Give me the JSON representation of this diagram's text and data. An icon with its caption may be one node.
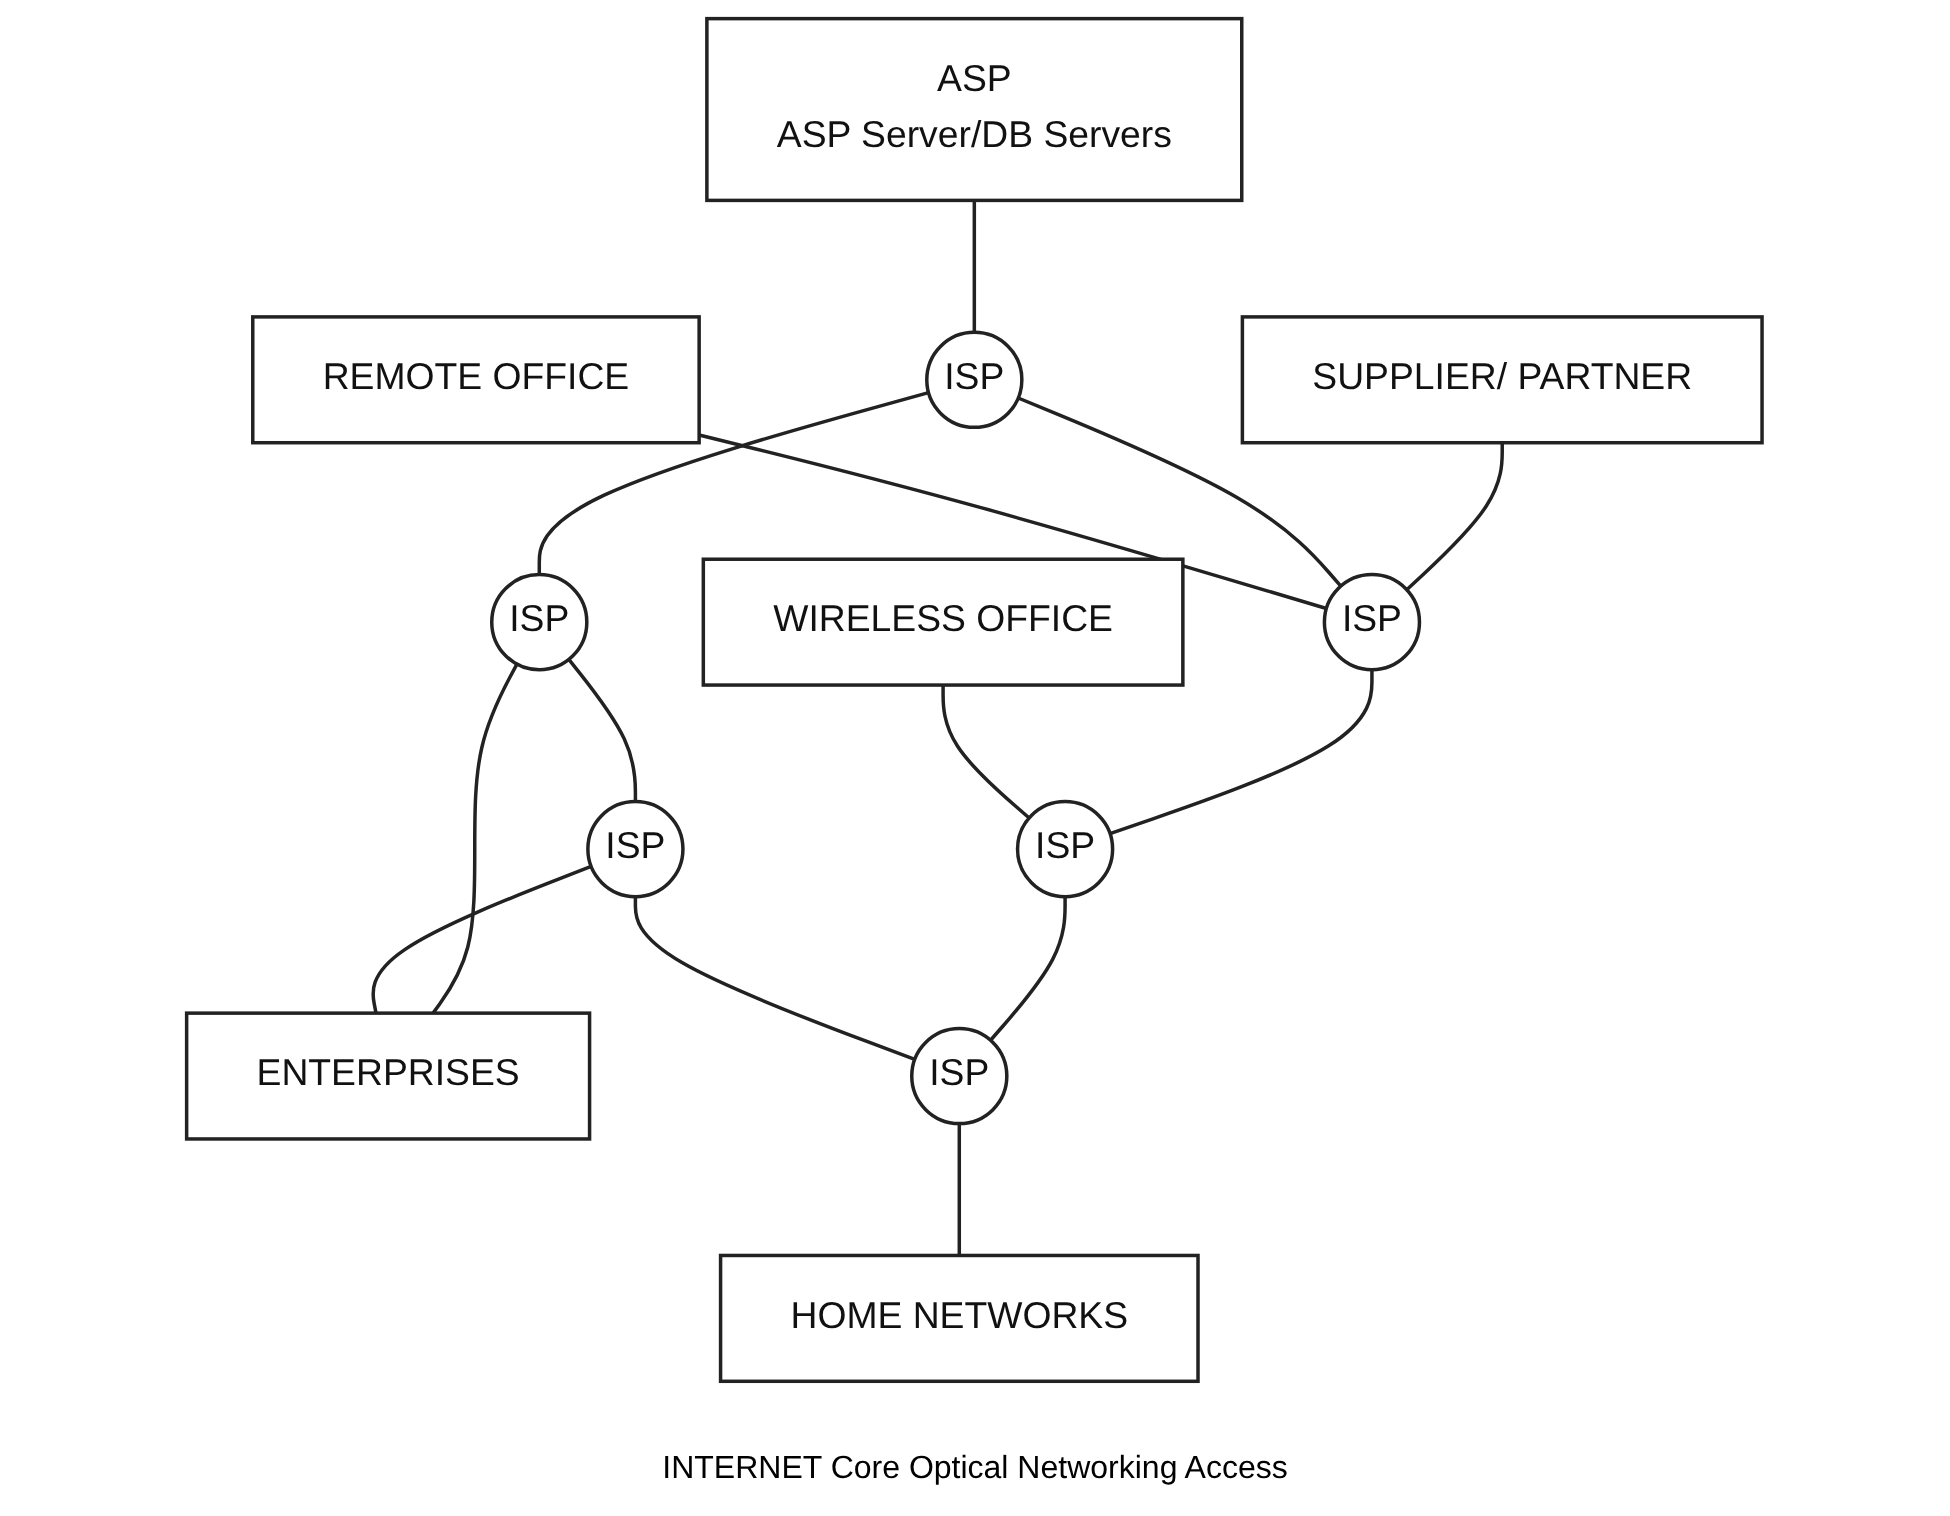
{
  "diagram": {
    "nodes": [
      {
        "text": [
          "ASP",
          "ASP Server/DB Servers"
        ]
      },
      {
        "text": [
          "SUPPLIER/ PARTNER"
        ]
      },
      {
        "text": [
          "ISP"
        ]
      },
      {
        "text": [
          "ISP"
        ]
      },
      {
        "text": [
          "ISP"
        ]
      },
      {
        "text": [
          "REMOTE OFFICE"
        ]
      },
      {
        "text": [
          "ENTERPRISES"
        ]
      },
      {
        "text": [
          "ISP"
        ]
      },
      {
        "text": [
          "ISP"
        ]
      },
      {
        "text": [
          "ISP"
        ]
      },
      {
        "text": [
          "WIRELESS OFFICE"
        ]
      },
      {
        "text": [
          "HOME NETWORKS"
        ]
      }
    ],
    "edges": [
      {
        "from": 0,
        "to": 2,
        "arrow": "none"
      },
      {
        "from": 1,
        "to": 3,
        "arrow": "none"
      },
      {
        "from": 2,
        "to": 3,
        "arrow": "none"
      },
      {
        "from": 2,
        "to": 4,
        "arrow": "none"
      },
      {
        "from": 5,
        "to": 3,
        "arrow": "none"
      },
      {
        "from": 4,
        "to": 6,
        "arrow": "none"
      },
      {
        "from": 3,
        "to": 7,
        "arrow": "none"
      },
      {
        "from": 4,
        "to": 8,
        "arrow": "none"
      },
      {
        "from": 8,
        "to": 6,
        "arrow": "none"
      },
      {
        "from": 7,
        "to": 9,
        "arrow": "none"
      },
      {
        "from": 8,
        "to": 9,
        "arrow": "none"
      },
      {
        "from": 10,
        "to": 7,
        "arrow": "none"
      },
      {
        "from": 9,
        "to": 11,
        "arrow": "none"
      }
    ],
    "labels": [
      "INTERNET Core Optical Networking Access"
    ]
  }
}
